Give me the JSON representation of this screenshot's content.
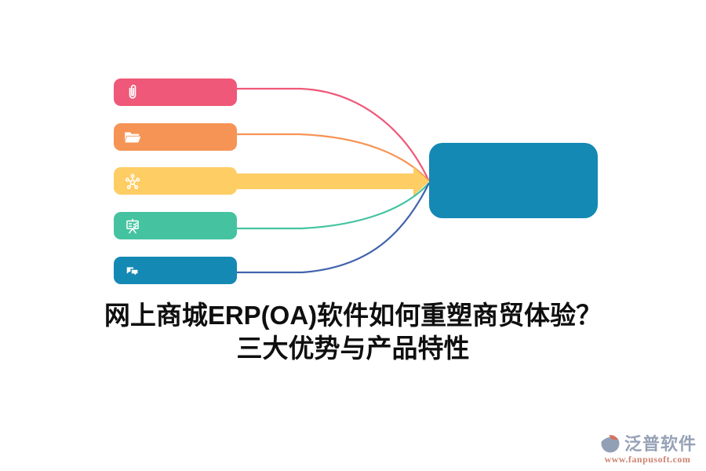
{
  "title": {
    "line1": "网上商城ERP(OA)软件如何重塑商贸体验？",
    "line2": "三大优势与产品特性",
    "color": "#0F0F0F"
  },
  "diagram": {
    "target_box": {
      "color": "#1489B4"
    },
    "items": [
      {
        "id": "attachment",
        "icon": "paperclip-icon",
        "bar_color": "#EF5878",
        "connector_color": "#EF5878",
        "connector_type": "curve"
      },
      {
        "id": "folder",
        "icon": "open-folder-icon",
        "bar_color": "#F69455",
        "connector_color": "#F69455",
        "connector_type": "curve"
      },
      {
        "id": "network",
        "icon": "network-hub-icon",
        "bar_color": "#FECD64",
        "connector_color": "#FECD64",
        "connector_type": "arrow"
      },
      {
        "id": "presentation",
        "icon": "presentation-board-icon",
        "bar_color": "#45C3A1",
        "connector_color": "#45C3A1",
        "connector_type": "curve"
      },
      {
        "id": "chat",
        "icon": "chat-bubbles-icon",
        "bar_color": "#1489B4",
        "connector_color": "#4063AC",
        "connector_type": "curve"
      }
    ]
  },
  "footer_logo": {
    "brand": "泛普软件",
    "url": "www.fanpusoft.com",
    "brand_color": "#96A2B6",
    "url_color": "#CE8170",
    "mark_body_color": "#92A0B6",
    "mark_accent_color": "#D8705B"
  }
}
